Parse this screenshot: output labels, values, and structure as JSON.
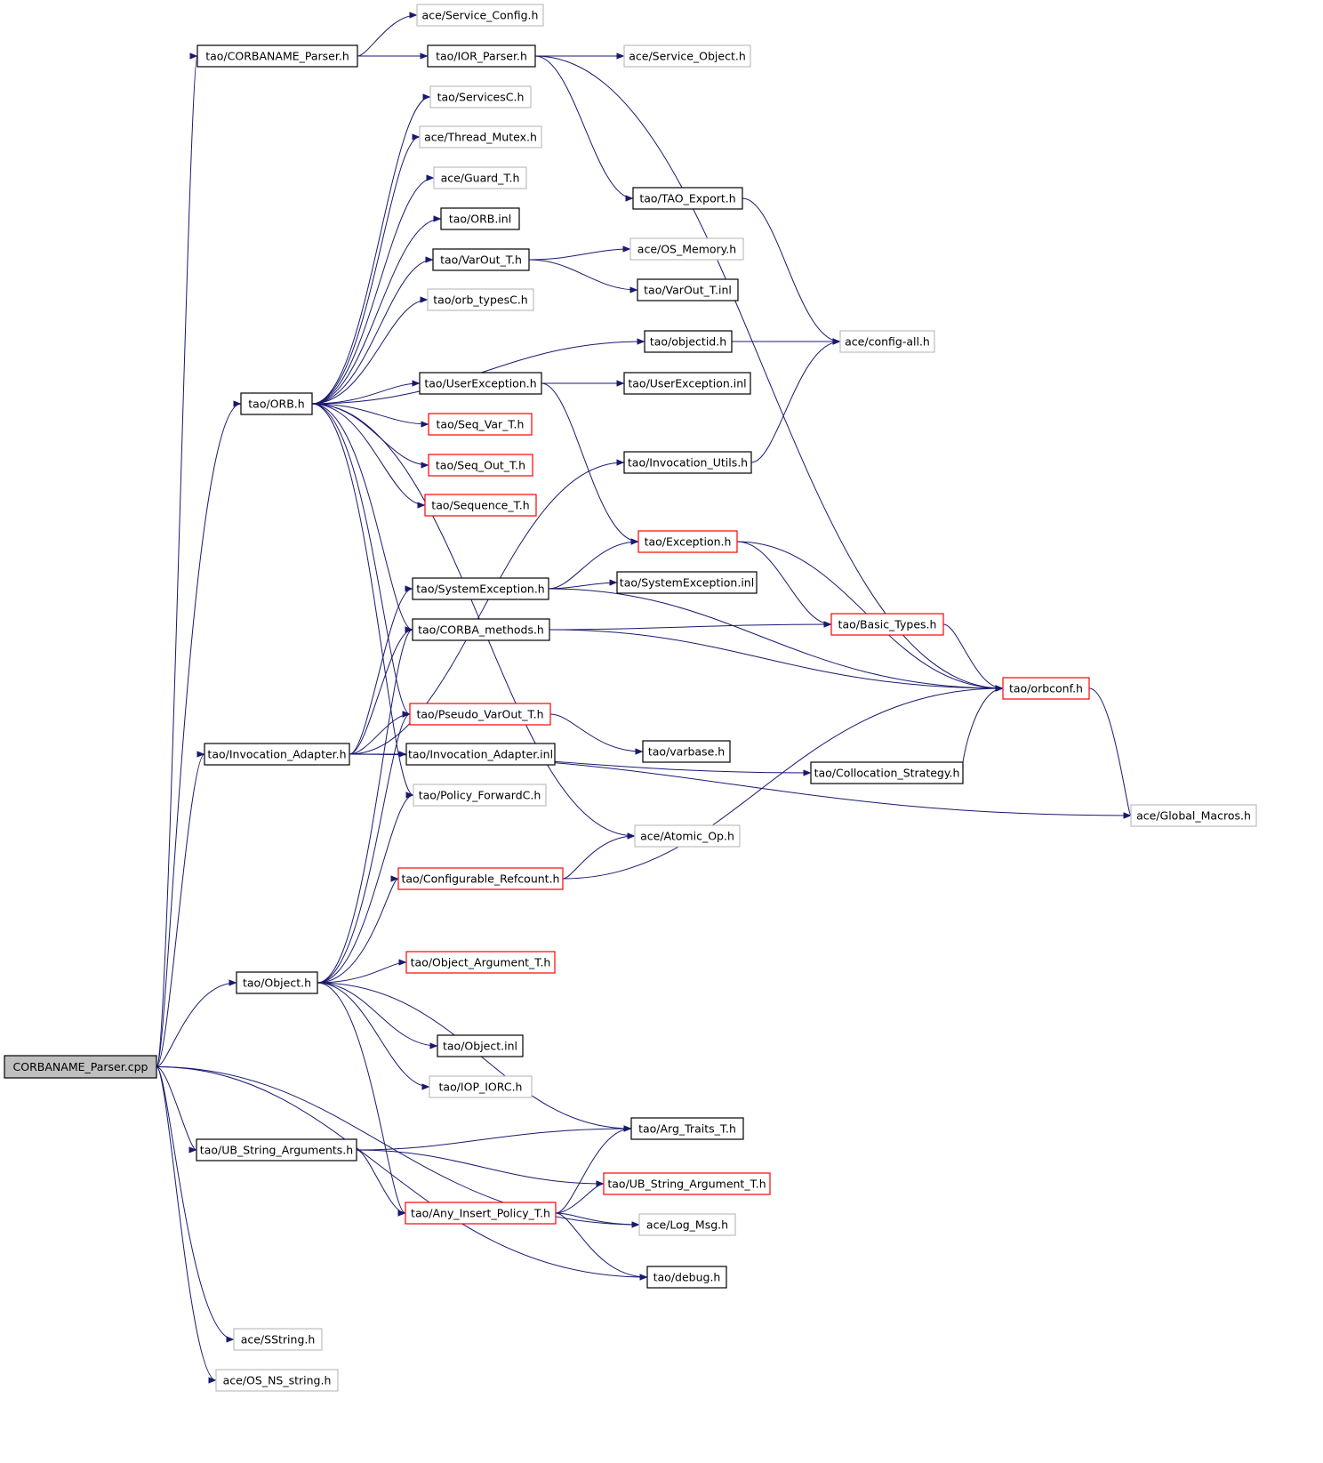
{
  "colors": {
    "edge": "#191970",
    "arrow": "#191970",
    "border_documented": "#000000",
    "border_truncated": "#ff0000",
    "border_undocumented": "#bfbfbf",
    "root_fill": "#bfbfbf",
    "node_fill": "#ffffff",
    "text": "#000000"
  },
  "nodes": [
    {
      "id": "root",
      "label": "CORBANAME_Parser.cpp",
      "style": "root"
    },
    {
      "id": "corbaname_parser_h",
      "label": "tao/CORBANAME_Parser.h",
      "style": "normal"
    },
    {
      "id": "service_config",
      "label": "ace/Service_Config.h",
      "style": "gray"
    },
    {
      "id": "ior_parser",
      "label": "tao/IOR_Parser.h",
      "style": "normal"
    },
    {
      "id": "service_object",
      "label": "ace/Service_Object.h",
      "style": "gray"
    },
    {
      "id": "servicesc",
      "label": "tao/ServicesC.h",
      "style": "gray"
    },
    {
      "id": "thread_mutex",
      "label": "ace/Thread_Mutex.h",
      "style": "gray"
    },
    {
      "id": "guard_t",
      "label": "ace/Guard_T.h",
      "style": "gray"
    },
    {
      "id": "tao_export",
      "label": "tao/TAO_Export.h",
      "style": "normal"
    },
    {
      "id": "orb_inl",
      "label": "tao/ORB.inl",
      "style": "normal"
    },
    {
      "id": "os_memory",
      "label": "ace/OS_Memory.h",
      "style": "gray"
    },
    {
      "id": "varout_t_h",
      "label": "tao/VarOut_T.h",
      "style": "normal"
    },
    {
      "id": "varout_t_inl",
      "label": "tao/VarOut_T.inl",
      "style": "normal"
    },
    {
      "id": "orb_typesc",
      "label": "tao/orb_typesC.h",
      "style": "gray"
    },
    {
      "id": "objectid",
      "label": "tao/objectid.h",
      "style": "normal"
    },
    {
      "id": "config_all",
      "label": "ace/config-all.h",
      "style": "gray"
    },
    {
      "id": "orb_h",
      "label": "tao/ORB.h",
      "style": "normal"
    },
    {
      "id": "userexception_h",
      "label": "tao/UserException.h",
      "style": "normal"
    },
    {
      "id": "userexception_inl",
      "label": "tao/UserException.inl",
      "style": "normal"
    },
    {
      "id": "seq_var_t",
      "label": "tao/Seq_Var_T.h",
      "style": "red"
    },
    {
      "id": "invocation_utils",
      "label": "tao/Invocation_Utils.h",
      "style": "normal"
    },
    {
      "id": "seq_out_t",
      "label": "tao/Seq_Out_T.h",
      "style": "red"
    },
    {
      "id": "sequence_t",
      "label": "tao/Sequence_T.h",
      "style": "red"
    },
    {
      "id": "exception_h",
      "label": "tao/Exception.h",
      "style": "red"
    },
    {
      "id": "systemexception_h",
      "label": "tao/SystemException.h",
      "style": "normal"
    },
    {
      "id": "systemexception_inl",
      "label": "tao/SystemException.inl",
      "style": "normal"
    },
    {
      "id": "basic_types",
      "label": "tao/Basic_Types.h",
      "style": "red"
    },
    {
      "id": "corba_methods",
      "label": "tao/CORBA_methods.h",
      "style": "normal"
    },
    {
      "id": "orbconf",
      "label": "tao/orbconf.h",
      "style": "red"
    },
    {
      "id": "pseudo_varout",
      "label": "tao/Pseudo_VarOut_T.h",
      "style": "red"
    },
    {
      "id": "invocation_adapter_h",
      "label": "tao/Invocation_Adapter.h",
      "style": "normal"
    },
    {
      "id": "invocation_adapter_inl",
      "label": "tao/Invocation_Adapter.inl",
      "style": "normal"
    },
    {
      "id": "varbase",
      "label": "tao/varbase.h",
      "style": "normal"
    },
    {
      "id": "collocation_strategy",
      "label": "tao/Collocation_Strategy.h",
      "style": "normal"
    },
    {
      "id": "policy_forwardc",
      "label": "tao/Policy_ForwardC.h",
      "style": "gray"
    },
    {
      "id": "global_macros",
      "label": "ace/Global_Macros.h",
      "style": "gray"
    },
    {
      "id": "atomic_op",
      "label": "ace/Atomic_Op.h",
      "style": "gray"
    },
    {
      "id": "configurable_refcount",
      "label": "tao/Configurable_Refcount.h",
      "style": "red"
    },
    {
      "id": "object_argument_t",
      "label": "tao/Object_Argument_T.h",
      "style": "red"
    },
    {
      "id": "object_h",
      "label": "tao/Object.h",
      "style": "normal"
    },
    {
      "id": "object_inl",
      "label": "tao/Object.inl",
      "style": "normal"
    },
    {
      "id": "iop_iorc",
      "label": "tao/IOP_IORC.h",
      "style": "gray"
    },
    {
      "id": "arg_traits_t",
      "label": "tao/Arg_Traits_T.h",
      "style": "normal"
    },
    {
      "id": "ub_string_arguments",
      "label": "tao/UB_String_Arguments.h",
      "style": "normal"
    },
    {
      "id": "ub_string_argument_t",
      "label": "tao/UB_String_Argument_T.h",
      "style": "red"
    },
    {
      "id": "any_insert_policy_t",
      "label": "tao/Any_Insert_Policy_T.h",
      "style": "red"
    },
    {
      "id": "log_msg",
      "label": "ace/Log_Msg.h",
      "style": "gray"
    },
    {
      "id": "debug_h",
      "label": "tao/debug.h",
      "style": "normal"
    },
    {
      "id": "sstring",
      "label": "ace/SString.h",
      "style": "gray"
    },
    {
      "id": "os_ns_string",
      "label": "ace/OS_NS_string.h",
      "style": "gray"
    }
  ],
  "edges": [
    [
      "root",
      "corbaname_parser_h"
    ],
    [
      "root",
      "orb_h"
    ],
    [
      "root",
      "invocation_adapter_h"
    ],
    [
      "root",
      "object_h"
    ],
    [
      "root",
      "ub_string_arguments"
    ],
    [
      "root",
      "log_msg"
    ],
    [
      "root",
      "debug_h"
    ],
    [
      "root",
      "sstring"
    ],
    [
      "root",
      "os_ns_string"
    ],
    [
      "corbaname_parser_h",
      "service_config"
    ],
    [
      "corbaname_parser_h",
      "ior_parser"
    ],
    [
      "ior_parser",
      "service_object"
    ],
    [
      "ior_parser",
      "tao_export"
    ],
    [
      "ior_parser",
      "orbconf"
    ],
    [
      "tao_export",
      "config_all"
    ],
    [
      "orb_h",
      "servicesc"
    ],
    [
      "orb_h",
      "thread_mutex"
    ],
    [
      "orb_h",
      "guard_t"
    ],
    [
      "orb_h",
      "orb_inl"
    ],
    [
      "orb_h",
      "varout_t_h"
    ],
    [
      "orb_h",
      "orb_typesc"
    ],
    [
      "orb_h",
      "objectid"
    ],
    [
      "orb_h",
      "userexception_h"
    ],
    [
      "orb_h",
      "seq_var_t"
    ],
    [
      "orb_h",
      "seq_out_t"
    ],
    [
      "orb_h",
      "sequence_t"
    ],
    [
      "orb_h",
      "corba_methods"
    ],
    [
      "orb_h",
      "pseudo_varout"
    ],
    [
      "orb_h",
      "policy_forwardc"
    ],
    [
      "orb_h",
      "atomic_op"
    ],
    [
      "varout_t_h",
      "os_memory"
    ],
    [
      "varout_t_h",
      "varout_t_inl"
    ],
    [
      "objectid",
      "config_all"
    ],
    [
      "userexception_h",
      "userexception_inl"
    ],
    [
      "userexception_h",
      "exception_h"
    ],
    [
      "invocation_utils",
      "config_all"
    ],
    [
      "exception_h",
      "basic_types"
    ],
    [
      "exception_h",
      "orbconf"
    ],
    [
      "systemexception_h",
      "exception_h"
    ],
    [
      "systemexception_h",
      "systemexception_inl"
    ],
    [
      "systemexception_h",
      "orbconf"
    ],
    [
      "corba_methods",
      "basic_types"
    ],
    [
      "corba_methods",
      "orbconf"
    ],
    [
      "basic_types",
      "orbconf"
    ],
    [
      "orbconf",
      "global_macros"
    ],
    [
      "pseudo_varout",
      "varbase"
    ],
    [
      "invocation_adapter_h",
      "invocation_utils"
    ],
    [
      "invocation_adapter_h",
      "systemexception_h"
    ],
    [
      "invocation_adapter_h",
      "corba_methods"
    ],
    [
      "invocation_adapter_h",
      "pseudo_varout"
    ],
    [
      "invocation_adapter_h",
      "invocation_adapter_inl"
    ],
    [
      "invocation_adapter_h",
      "collocation_strategy"
    ],
    [
      "invocation_adapter_h",
      "global_macros"
    ],
    [
      "collocation_strategy",
      "orbconf"
    ],
    [
      "configurable_refcount",
      "atomic_op"
    ],
    [
      "configurable_refcount",
      "orbconf"
    ],
    [
      "object_h",
      "corba_methods"
    ],
    [
      "object_h",
      "pseudo_varout"
    ],
    [
      "object_h",
      "policy_forwardc"
    ],
    [
      "object_h",
      "configurable_refcount"
    ],
    [
      "object_h",
      "object_argument_t"
    ],
    [
      "object_h",
      "object_inl"
    ],
    [
      "object_h",
      "iop_iorc"
    ],
    [
      "object_h",
      "arg_traits_t"
    ],
    [
      "object_h",
      "any_insert_policy_t"
    ],
    [
      "ub_string_arguments",
      "arg_traits_t"
    ],
    [
      "ub_string_arguments",
      "ub_string_argument_t"
    ],
    [
      "ub_string_arguments",
      "any_insert_policy_t"
    ],
    [
      "any_insert_policy_t",
      "arg_traits_t"
    ],
    [
      "any_insert_policy_t",
      "ub_string_argument_t"
    ],
    [
      "any_insert_policy_t",
      "log_msg"
    ],
    [
      "any_insert_policy_t",
      "debug_h"
    ]
  ]
}
